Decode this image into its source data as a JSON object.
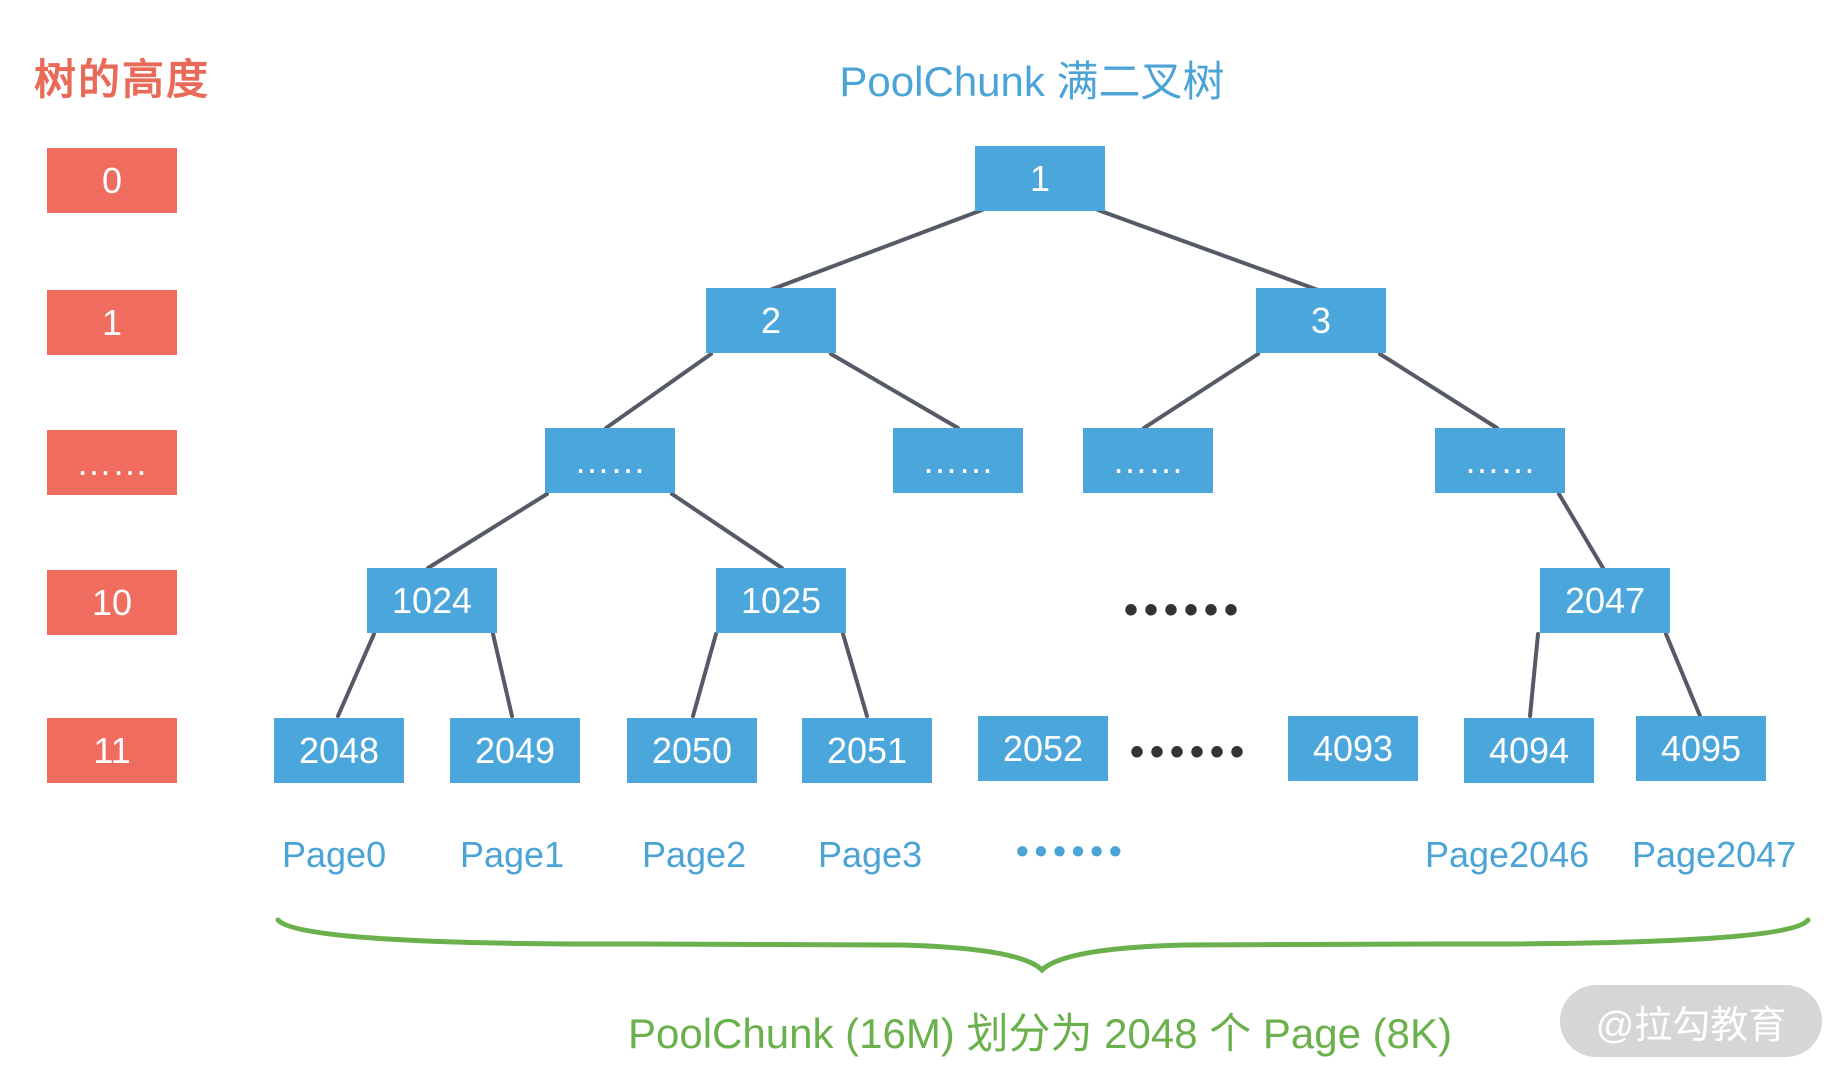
{
  "left_title": "树的高度",
  "main_title": "PoolChunk 满二叉树",
  "levels": [
    "0",
    "1",
    "……",
    "10",
    "11"
  ],
  "nodes": {
    "n1": "1",
    "n2": "2",
    "n3": "3",
    "d1": "……",
    "d2": "……",
    "d3": "……",
    "d4": "……",
    "n1024": "1024",
    "n1025": "1025",
    "n2047": "2047",
    "n2048": "2048",
    "n2049": "2049",
    "n2050": "2050",
    "n2051": "2051",
    "n2052": "2052",
    "n4093": "4093",
    "n4094": "4094",
    "n4095": "4095"
  },
  "ellipsis_mid": "••••••",
  "ellipsis_leaf": "••••••",
  "pages": [
    "Page0",
    "Page1",
    "Page2",
    "Page3",
    "Page2046",
    "Page2047"
  ],
  "pages_ellipsis": "••••••",
  "caption": "PoolChunk (16M) 划分为 2048 个 Page (8K)",
  "watermark": "@拉勾教育",
  "colors": {
    "level_box": "#f06c5e",
    "node_box": "#4ba6dc",
    "brace": "#6ab04c",
    "edge": "#555a66"
  }
}
